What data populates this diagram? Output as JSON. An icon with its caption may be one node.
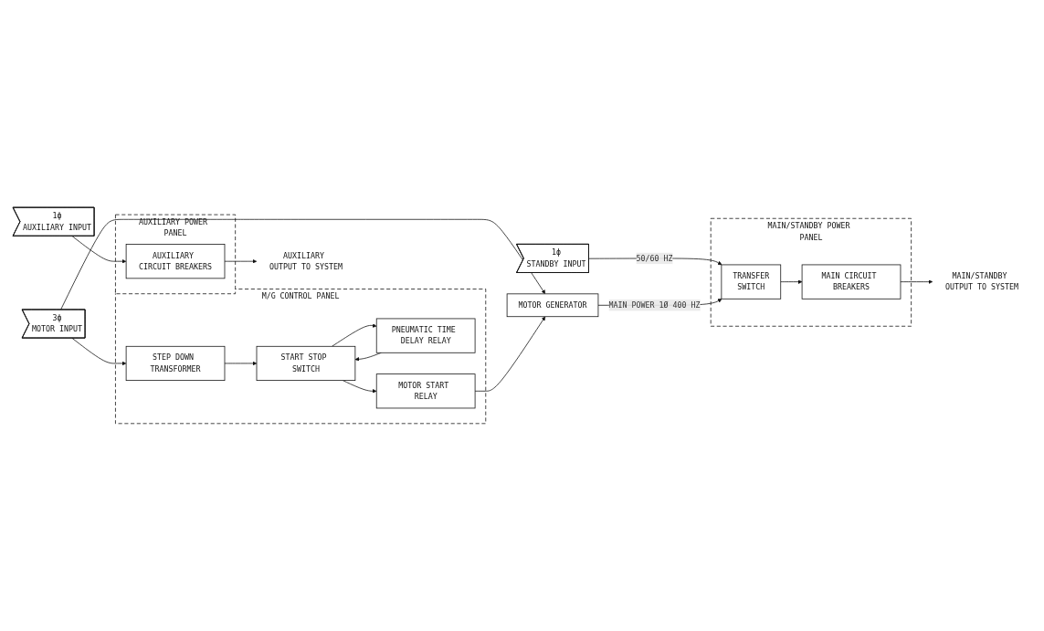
{
  "diagram": {
    "nodes": [
      {
        "text": [
          "1ϕ",
          "AUXILIARY INPUT"
        ]
      },
      {
        "text": [
          "AUXILIARY POWER PANEL"
        ]
      },
      {
        "text": [
          "AUXILIARY CIRCUIT BREAKERS"
        ],
        "in": 1
      },
      {
        "text": [
          "AUXILIARY OUTPUT TO SYSTEM"
        ]
      },
      {
        "text": [
          "1ϕ",
          "STANDBY INPUT"
        ]
      },
      {
        "text": [
          "MAIN/STANDBY POWER PANEL"
        ]
      },
      {
        "text": [
          "TRANSFER",
          "SWITCH"
        ],
        "in": 5
      },
      {
        "text": [
          "MAIN CIRCUIT BREAKERS"
        ],
        "in": 5
      },
      {
        "text": [
          "MAIN/STANDBY OUTPUT TO SYSTEM"
        ]
      },
      {
        "text": [
          "MOTOR GENERATOR"
        ]
      },
      {
        "text": [
          "3ϕ",
          "MOTOR INPUT"
        ]
      },
      {
        "text": [
          "M/G CONTROL PANEL"
        ]
      },
      {
        "text": [
          "STEP DOWN TRANSFORMER"
        ],
        "in": 11
      },
      {
        "text": [
          "START STOP SWITCH"
        ],
        "in": 11
      },
      {
        "text": [
          "PNEUMATIC TIME DELAY RELAY"
        ],
        "in": 11
      },
      {
        "text": [
          "MOTOR START RELAY"
        ],
        "in": 11
      }
    ],
    "edges": [
      {
        "from": 0,
        "to": 2,
        "arrow": "to"
      },
      {
        "from": 2,
        "to": 3,
        "arrow": "to"
      },
      {
        "from": 4,
        "to": 6,
        "arrow": "to",
        "label": "50/60 HZ"
      },
      {
        "from": 9,
        "to": 6,
        "arrow": "to",
        "label": "MAIN POWER 1Ø 400 HZ"
      },
      {
        "from": 6,
        "to": 7,
        "arrow": "to"
      },
      {
        "from": 7,
        "to": 8,
        "arrow": "to"
      },
      {
        "from": 10,
        "to": 9,
        "arrow": "to"
      },
      {
        "from": 10,
        "to": 12,
        "arrow": "to"
      },
      {
        "from": 12,
        "to": 13,
        "arrow": "to"
      },
      {
        "from": 13,
        "to": 14,
        "arrow": "to"
      },
      {
        "from": 14,
        "to": 13,
        "arrow": "to"
      },
      {
        "from": 13,
        "to": 15,
        "arrow": "to"
      },
      {
        "from": 15,
        "to": 9,
        "arrow": "to"
      }
    ]
  }
}
